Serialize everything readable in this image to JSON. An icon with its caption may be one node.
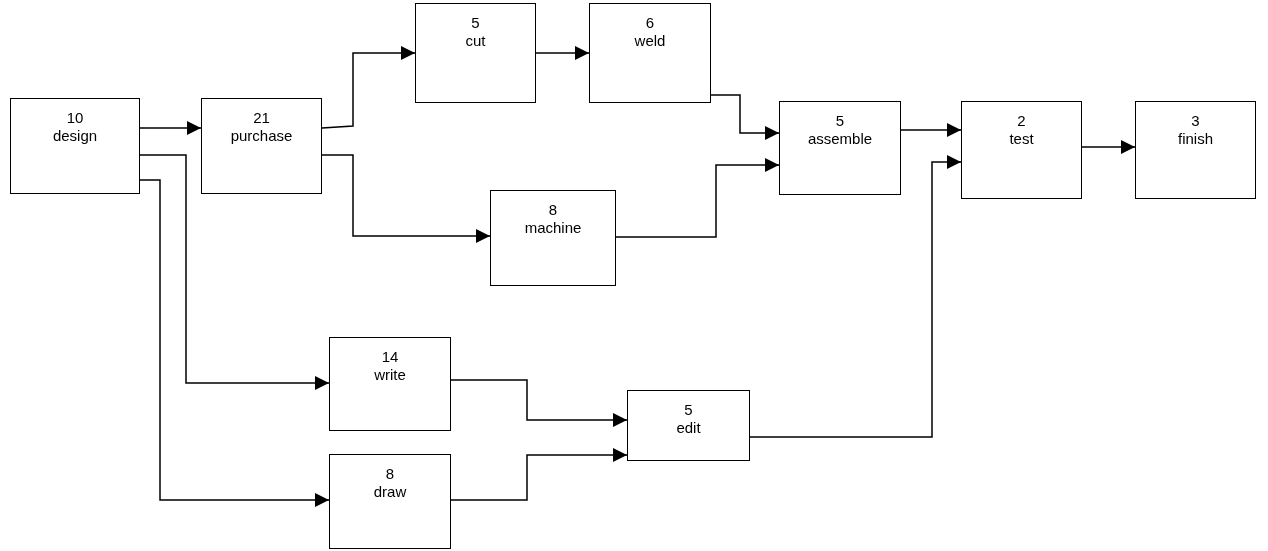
{
  "diagram": {
    "nodes": [
      {
        "text": [
          "10",
          "design"
        ]
      },
      {
        "text": [
          "21",
          "purchase"
        ]
      },
      {
        "text": [
          "5",
          "cut"
        ]
      },
      {
        "text": [
          "6",
          "weld"
        ]
      },
      {
        "text": [
          "8",
          "machine"
        ]
      },
      {
        "text": [
          "5",
          "assemble"
        ]
      },
      {
        "text": [
          "2",
          "test"
        ]
      },
      {
        "text": [
          "3",
          "finish"
        ]
      },
      {
        "text": [
          "14",
          "write"
        ]
      },
      {
        "text": [
          "5",
          "edit"
        ]
      },
      {
        "text": [
          "8",
          "draw"
        ]
      }
    ],
    "edges": [
      {
        "from": 0,
        "to": 1,
        "arrow": "to"
      },
      {
        "from": 1,
        "to": 2,
        "arrow": "to"
      },
      {
        "from": 2,
        "to": 3,
        "arrow": "to"
      },
      {
        "from": 3,
        "to": 5,
        "arrow": "to"
      },
      {
        "from": 1,
        "to": 4,
        "arrow": "to"
      },
      {
        "from": 4,
        "to": 5,
        "arrow": "to"
      },
      {
        "from": 5,
        "to": 6,
        "arrow": "to"
      },
      {
        "from": 6,
        "to": 7,
        "arrow": "to"
      },
      {
        "from": 0,
        "to": 8,
        "arrow": "to"
      },
      {
        "from": 0,
        "to": 10,
        "arrow": "to"
      },
      {
        "from": 8,
        "to": 9,
        "arrow": "to"
      },
      {
        "from": 10,
        "to": 9,
        "arrow": "to"
      },
      {
        "from": 9,
        "to": 6,
        "arrow": "to"
      }
    ]
  }
}
